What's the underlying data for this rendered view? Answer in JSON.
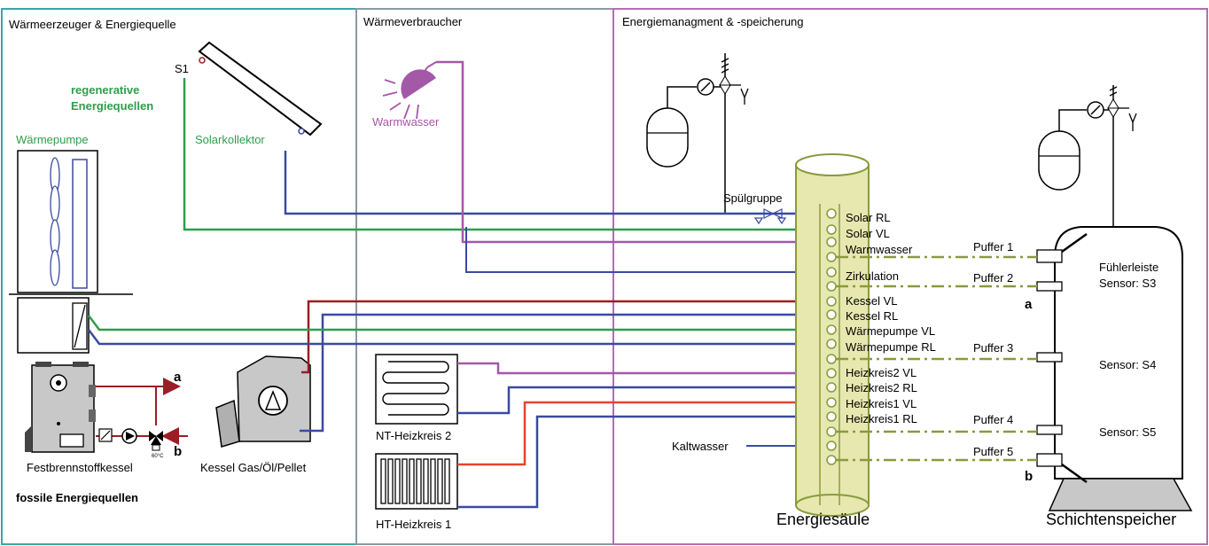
{
  "sections": {
    "waermeerzeuger": "Wärmeerzeuger & Energiequelle",
    "waermeverbraucher": "Wärmeverbraucher",
    "energiemanagement": "Energiemanagment & -speicherung"
  },
  "labels": {
    "s1": "S1",
    "regenerative_line1": "regenerative",
    "regenerative_line2": "Energiequellen",
    "waermepumpe": "Wärmepumpe",
    "solarkollektor": "Solarkollektor",
    "warmwasser": "Warmwasser",
    "spuelgruppe": "Spülgruppe",
    "festbrennstoffkessel": "Festbrennstoffkessel",
    "kessel_gas": "Kessel Gas/Öl/Pellet",
    "fossile": "fossile Energiequellen",
    "nt_heizkreis": "NT-Heizkreis 2",
    "ht_heizkreis": "HT-Heizkreis 1",
    "kaltwasser": "Kaltwasser",
    "energiesaeule": "Energiesäule",
    "schichtenspeicher": "Schichtenspeicher",
    "a_left": "a",
    "b_left": "b",
    "a_right": "a",
    "b_right": "b",
    "valve_temp": "60°C",
    "fuehlerleiste": "Fühlerleiste",
    "sensor_s3": "Sensor: S3",
    "sensor_s4": "Sensor: S4",
    "sensor_s5": "Sensor: S5"
  },
  "ports": [
    "Solar RL",
    "Solar VL",
    "Warmwasser",
    "Zirkulation",
    "Kessel VL",
    "Kessel RL",
    "Wärmepumpe VL",
    "Wärmepumpe RL",
    "Heizkreis2 VL",
    "Heizkreis2 RL",
    "Heizkreis1 VL",
    "Heizkreis1 RL"
  ],
  "puffer": [
    "Puffer 1",
    "Puffer 2",
    "Puffer 3",
    "Puffer 4",
    "Puffer 5"
  ],
  "colors": {
    "blue": "#3a4aa0",
    "green": "#2f9e4a",
    "purple": "#a458a8",
    "darkred": "#9a1e24",
    "red": "#e8432b",
    "olive": "#8a9a3c",
    "olive_fill": "#e6e8b0",
    "teal_border": "#3aa6a6",
    "magenta_border": "#b76cb0"
  }
}
